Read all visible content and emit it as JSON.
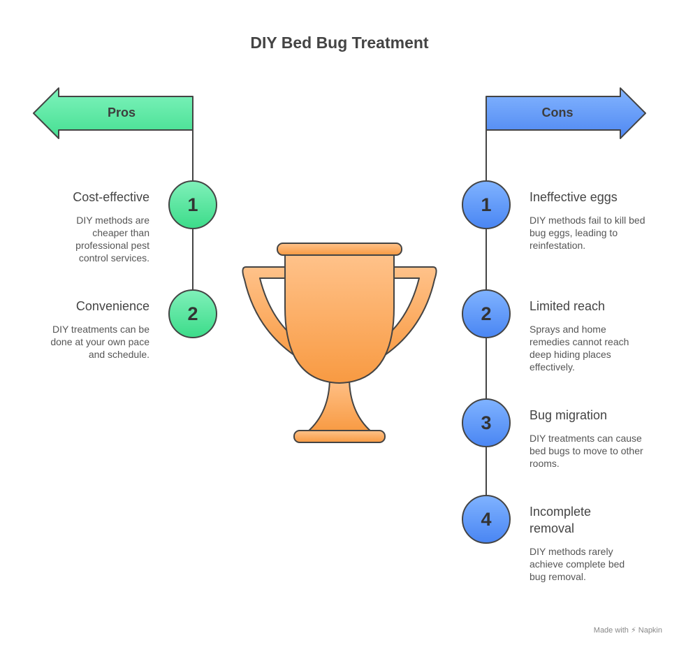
{
  "title": "DIY Bed Bug Treatment",
  "pros": {
    "label": "Pros",
    "items": [
      {
        "number": "1",
        "title": "Cost-effective",
        "desc": "DIY methods are cheaper than professional pest control services."
      },
      {
        "number": "2",
        "title": "Convenience",
        "desc": "DIY treatments can be done at your own pace and schedule."
      }
    ]
  },
  "cons": {
    "label": "Cons",
    "items": [
      {
        "number": "1",
        "title": "Ineffective eggs",
        "desc": "DIY methods fail to kill bed bug eggs, leading to reinfestation."
      },
      {
        "number": "2",
        "title": "Limited reach",
        "desc": "Sprays and home remedies cannot reach deep hiding places effectively."
      },
      {
        "number": "3",
        "title": "Bug migration",
        "desc": "DIY treatments can cause bed bugs to move to other rooms."
      },
      {
        "number": "4",
        "title": "Incomplete removal",
        "desc": "DIY methods rarely achieve complete bed bug removal."
      }
    ]
  },
  "footer": "Made with ⚡ Napkin",
  "colors": {
    "pros_accent": "#4be39a",
    "cons_accent": "#5b93f7",
    "trophy": "#f8a24e"
  },
  "icons": {
    "center": "trophy-icon"
  }
}
